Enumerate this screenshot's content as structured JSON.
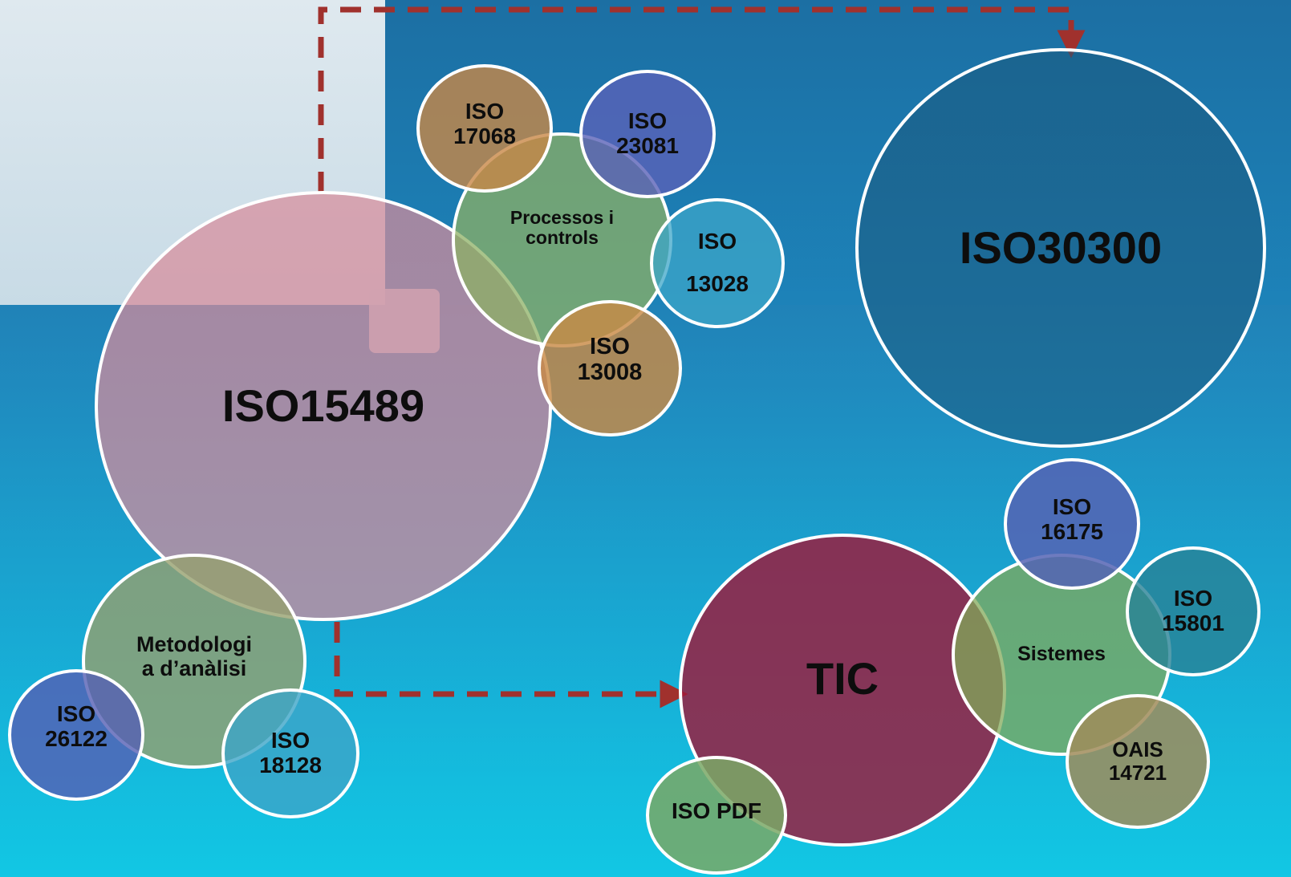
{
  "colors": {
    "arrow": "#a0312d",
    "border": "#ffffff",
    "pink": "#d98c99",
    "green": "#8fb36a",
    "orange": "#c98a4a",
    "purple": "#5b62b8",
    "teal": "#3ea7c7",
    "darkteal": "#1b6f8f",
    "crimson": "#9e1a3a",
    "sage": "#7aa866"
  },
  "nodes": {
    "iso15489": "ISO15489",
    "iso30300": "ISO30300",
    "tic": "TIC",
    "processos": "Processos i\ncontrols",
    "metodologia": "Metodologi\na d’anàlisi",
    "sistemes": "Sistemes",
    "iso17068": "ISO\n17068",
    "iso23081": "ISO\n23081",
    "iso13028": "ISO\n\n13028",
    "iso13008": "ISO\n13008",
    "iso26122": "ISO\n26122",
    "iso18128": "ISO\n18128",
    "iso16175": "ISO\n16175",
    "iso15801": "ISO\n15801",
    "oais": "OAIS\n14721",
    "isopdf": "ISO PDF"
  },
  "relations": [
    {
      "from": "iso15489",
      "to": "iso30300",
      "style": "dashed-arrow"
    },
    {
      "from": "iso15489",
      "to": "tic",
      "style": "dashed-arrow"
    }
  ]
}
